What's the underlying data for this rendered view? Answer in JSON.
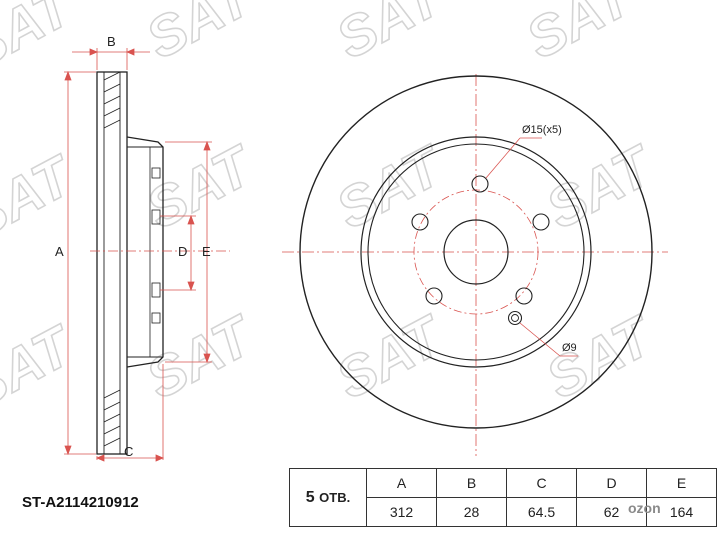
{
  "watermark": {
    "brand": "SAT"
  },
  "side_view": {
    "dim_A": "A",
    "dim_B": "B",
    "dim_C": "C",
    "dim_D": "D",
    "dim_E": "E"
  },
  "front_view": {
    "bolt_hole_label": "Ø15(x5)",
    "small_hole_label": "Ø9"
  },
  "part_number": "ST-A2114210912",
  "spec_table": {
    "holes_count": "5",
    "holes_unit": "ОТВ.",
    "headers": [
      "A",
      "B",
      "C",
      "D",
      "E"
    ],
    "values": [
      "312",
      "28",
      "64.5",
      "62",
      "164"
    ]
  },
  "source_watermark": {
    "text": "ozon"
  }
}
